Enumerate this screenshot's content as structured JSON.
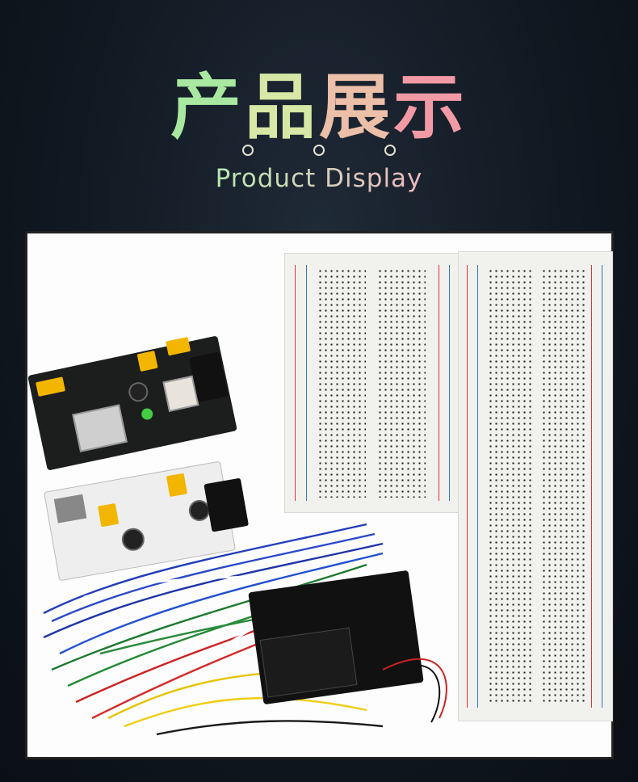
{
  "heading": {
    "chars": [
      "产",
      "品",
      "展",
      "示"
    ],
    "colors": [
      "#a8e8a0",
      "#cfe6a8",
      "#e8c0a8",
      "#f0a0a8"
    ]
  },
  "subtitle": {
    "text": "Product Display",
    "colors": [
      "#b8e8b0",
      "#f0b8c0"
    ]
  },
  "photo": {
    "items": [
      "breadboard-power-supply-module-black",
      "breadboard-power-supply-module-white",
      "half-breadboard",
      "full-breadboard",
      "jumper-wires",
      "battery-holder"
    ]
  }
}
